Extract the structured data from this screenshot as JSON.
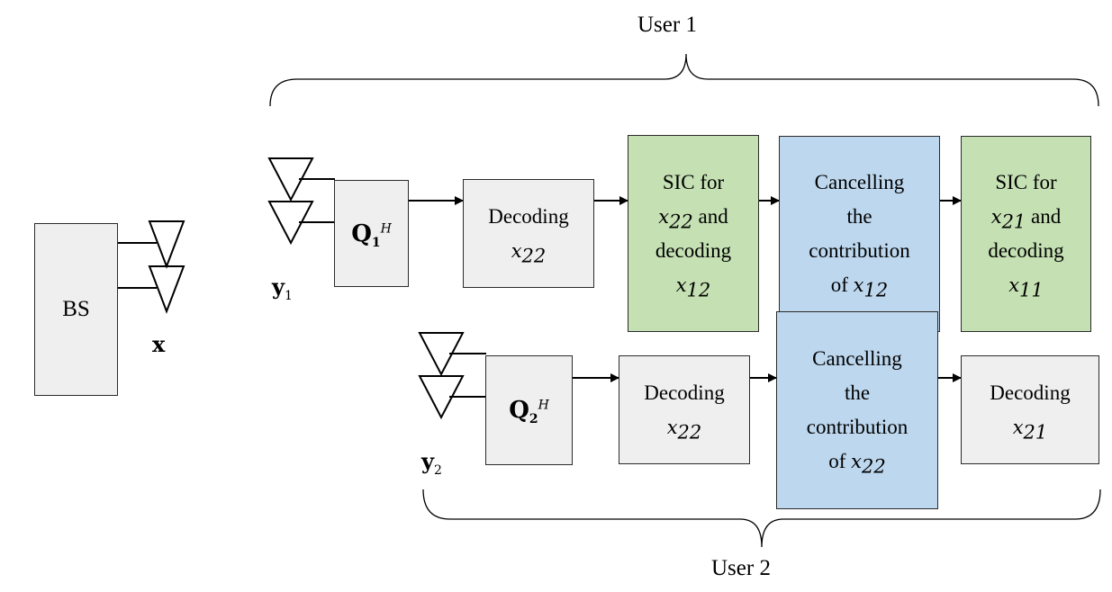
{
  "bs": {
    "label": "BS",
    "signal_sym": "x"
  },
  "user1": {
    "title": "User 1",
    "signal_sym": "y",
    "signal_sub": "1",
    "q_sym": "Q",
    "q_sub": "1",
    "q_sup": "H",
    "decode": {
      "word": "Decoding",
      "var": "x",
      "sub": "22"
    },
    "sic1": {
      "line1": "SIC for",
      "var_a": "x",
      "sub_a": "22",
      "and_word": "and",
      "line3": "decoding",
      "var_b": "x",
      "sub_b": "12"
    },
    "cancel": {
      "line1": "Cancelling",
      "line2": "the",
      "line3": "contribution",
      "of_word": "of",
      "var": "x",
      "sub": "12"
    },
    "sic2": {
      "line1": "SIC for",
      "var_a": "x",
      "sub_a": "21",
      "and_word": "and",
      "line3": "decoding",
      "var_b": "x",
      "sub_b": "11"
    }
  },
  "user2": {
    "title": "User 2",
    "signal_sym": "y",
    "signal_sub": "2",
    "q_sym": "Q",
    "q_sub": "2",
    "q_sup": "H",
    "decode": {
      "word": "Decoding",
      "var": "x",
      "sub": "22"
    },
    "cancel": {
      "line1": "Cancelling",
      "line2": "the",
      "line3": "contribution",
      "of_word": "of",
      "var": "x",
      "sub": "22"
    },
    "decode2": {
      "word": "Decoding",
      "var": "x",
      "sub": "21"
    }
  },
  "colors": {
    "gray": "#efefef",
    "green": "#c5e0b3",
    "blue": "#bdd7ee",
    "line": "#000000"
  }
}
